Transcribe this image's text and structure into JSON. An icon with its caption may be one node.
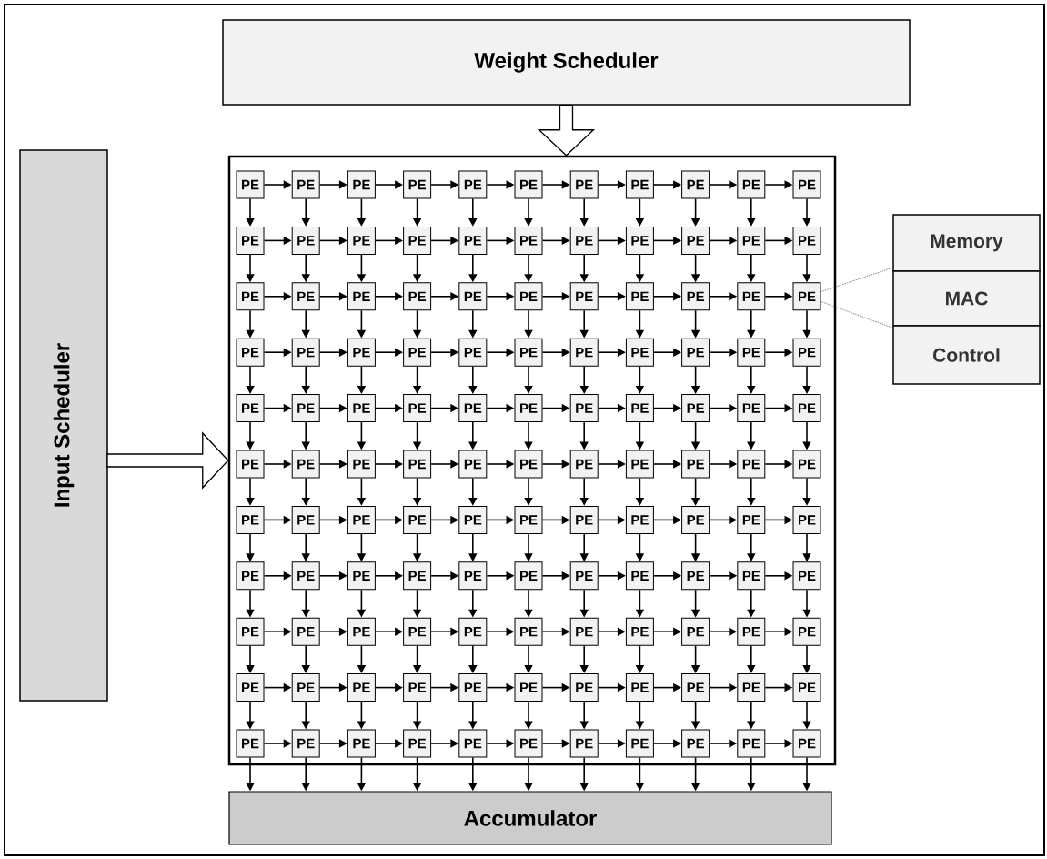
{
  "diagram": {
    "nodes": [
      {
        "text": [
          "Weight Scheduler"
        ]
      },
      {
        "text": [
          "Input Scheduler"
        ]
      },
      {
        "text": [],
        "shape": "box"
      },
      {
        "text": [
          "PE"
        ],
        "in": 2
      },
      {
        "text": [
          "PE"
        ],
        "in": 2
      },
      {
        "text": [
          "PE"
        ],
        "in": 2
      },
      {
        "text": [
          "PE"
        ],
        "in": 2
      },
      {
        "text": [
          "PE"
        ],
        "in": 2
      },
      {
        "text": [
          "PE"
        ],
        "in": 2
      },
      {
        "text": [
          "PE"
        ],
        "in": 2
      },
      {
        "text": [
          "PE"
        ],
        "in": 2
      },
      {
        "text": [
          "PE"
        ],
        "in": 2
      },
      {
        "text": [
          "PE"
        ],
        "in": 2
      },
      {
        "text": [
          "PE"
        ],
        "in": 2
      },
      {
        "text": [
          "PE"
        ],
        "in": 2
      },
      {
        "text": [
          "PE"
        ],
        "in": 2
      },
      {
        "text": [
          "PE"
        ],
        "in": 2
      },
      {
        "text": [
          "PE"
        ],
        "in": 2
      },
      {
        "text": [
          "PE"
        ],
        "in": 2
      },
      {
        "text": [
          "PE"
        ],
        "in": 2
      },
      {
        "text": [
          "PE"
        ],
        "in": 2
      },
      {
        "text": [
          "PE"
        ],
        "in": 2
      },
      {
        "text": [
          "PE"
        ],
        "in": 2
      },
      {
        "text": [
          "PE"
        ],
        "in": 2
      },
      {
        "text": [
          "PE"
        ],
        "in": 2
      },
      {
        "text": [
          "PE"
        ],
        "in": 2
      },
      {
        "text": [
          "PE"
        ],
        "in": 2
      },
      {
        "text": [
          "PE"
        ],
        "in": 2
      },
      {
        "text": [
          "PE"
        ],
        "in": 2
      },
      {
        "text": [
          "PE"
        ],
        "in": 2
      },
      {
        "text": [
          "PE"
        ],
        "in": 2
      },
      {
        "text": [
          "PE"
        ],
        "in": 2
      },
      {
        "text": [
          "PE"
        ],
        "in": 2
      },
      {
        "text": [
          "PE"
        ],
        "in": 2
      },
      {
        "text": [
          "PE"
        ],
        "in": 2
      },
      {
        "text": [
          "PE"
        ],
        "in": 2
      },
      {
        "text": [
          "PE"
        ],
        "in": 2
      },
      {
        "text": [
          "PE"
        ],
        "in": 2
      },
      {
        "text": [
          "PE"
        ],
        "in": 2
      },
      {
        "text": [
          "PE"
        ],
        "in": 2
      },
      {
        "text": [
          "PE"
        ],
        "in": 2
      },
      {
        "text": [
          "PE"
        ],
        "in": 2
      },
      {
        "text": [
          "PE"
        ],
        "in": 2
      },
      {
        "text": [
          "PE"
        ],
        "in": 2
      },
      {
        "text": [
          "PE"
        ],
        "in": 2
      },
      {
        "text": [
          "PE"
        ],
        "in": 2
      },
      {
        "text": [
          "PE"
        ],
        "in": 2
      },
      {
        "text": [
          "PE"
        ],
        "in": 2
      },
      {
        "text": [
          "PE"
        ],
        "in": 2
      },
      {
        "text": [
          "PE"
        ],
        "in": 2
      },
      {
        "text": [
          "PE"
        ],
        "in": 2
      },
      {
        "text": [
          "PE"
        ],
        "in": 2
      },
      {
        "text": [
          "PE"
        ],
        "in": 2
      },
      {
        "text": [
          "PE"
        ],
        "in": 2
      },
      {
        "text": [
          "PE"
        ],
        "in": 2
      },
      {
        "text": [
          "PE"
        ],
        "in": 2
      },
      {
        "text": [
          "PE"
        ],
        "in": 2
      },
      {
        "text": [
          "PE"
        ],
        "in": 2
      },
      {
        "text": [
          "PE"
        ],
        "in": 2
      },
      {
        "text": [
          "PE"
        ],
        "in": 2
      },
      {
        "text": [
          "PE"
        ],
        "in": 2
      },
      {
        "text": [
          "PE"
        ],
        "in": 2
      },
      {
        "text": [
          "PE"
        ],
        "in": 2
      },
      {
        "text": [
          "PE"
        ],
        "in": 2
      },
      {
        "text": [
          "PE"
        ],
        "in": 2
      },
      {
        "text": [
          "PE"
        ],
        "in": 2
      },
      {
        "text": [
          "PE"
        ],
        "in": 2
      },
      {
        "text": [
          "PE"
        ],
        "in": 2
      },
      {
        "text": [
          "PE"
        ],
        "in": 2
      },
      {
        "text": [
          "PE"
        ],
        "in": 2
      },
      {
        "text": [
          "PE"
        ],
        "in": 2
      },
      {
        "text": [
          "PE"
        ],
        "in": 2
      },
      {
        "text": [
          "PE"
        ],
        "in": 2
      },
      {
        "text": [
          "PE"
        ],
        "in": 2
      },
      {
        "text": [
          "PE"
        ],
        "in": 2
      },
      {
        "text": [
          "PE"
        ],
        "in": 2
      },
      {
        "text": [
          "PE"
        ],
        "in": 2
      },
      {
        "text": [
          "PE"
        ],
        "in": 2
      },
      {
        "text": [
          "PE"
        ],
        "in": 2
      },
      {
        "text": [
          "PE"
        ],
        "in": 2
      },
      {
        "text": [
          "PE"
        ],
        "in": 2
      },
      {
        "text": [
          "PE"
        ],
        "in": 2
      },
      {
        "text": [
          "PE"
        ],
        "in": 2
      },
      {
        "text": [
          "PE"
        ],
        "in": 2
      },
      {
        "text": [
          "PE"
        ],
        "in": 2
      },
      {
        "text": [
          "PE"
        ],
        "in": 2
      },
      {
        "text": [
          "PE"
        ],
        "in": 2
      },
      {
        "text": [
          "PE"
        ],
        "in": 2
      },
      {
        "text": [
          "PE"
        ],
        "in": 2
      },
      {
        "text": [
          "PE"
        ],
        "in": 2
      },
      {
        "text": [
          "PE"
        ],
        "in": 2
      },
      {
        "text": [
          "PE"
        ],
        "in": 2
      },
      {
        "text": [
          "PE"
        ],
        "in": 2
      },
      {
        "text": [
          "PE"
        ],
        "in": 2
      },
      {
        "text": [
          "PE"
        ],
        "in": 2
      },
      {
        "text": [
          "PE"
        ],
        "in": 2
      },
      {
        "text": [
          "PE"
        ],
        "in": 2
      },
      {
        "text": [
          "PE"
        ],
        "in": 2
      },
      {
        "text": [
          "PE"
        ],
        "in": 2
      },
      {
        "text": [
          "PE"
        ],
        "in": 2
      },
      {
        "text": [
          "PE"
        ],
        "in": 2
      },
      {
        "text": [
          "PE"
        ],
        "in": 2
      },
      {
        "text": [
          "PE"
        ],
        "in": 2
      },
      {
        "text": [
          "PE"
        ],
        "in": 2
      },
      {
        "text": [
          "PE"
        ],
        "in": 2
      },
      {
        "text": [
          "PE"
        ],
        "in": 2
      },
      {
        "text": [
          "PE"
        ],
        "in": 2
      },
      {
        "text": [
          "PE"
        ],
        "in": 2
      },
      {
        "text": [
          "PE"
        ],
        "in": 2
      },
      {
        "text": [
          "PE"
        ],
        "in": 2
      },
      {
        "text": [
          "PE"
        ],
        "in": 2
      },
      {
        "text": [
          "PE"
        ],
        "in": 2
      },
      {
        "text": [
          "PE"
        ],
        "in": 2
      },
      {
        "text": [
          "PE"
        ],
        "in": 2
      },
      {
        "text": [
          "PE"
        ],
        "in": 2
      },
      {
        "text": [
          "PE"
        ],
        "in": 2
      },
      {
        "text": [
          "PE"
        ],
        "in": 2
      },
      {
        "text": [
          "PE"
        ],
        "in": 2
      },
      {
        "text": [
          "PE"
        ],
        "in": 2
      },
      {
        "text": [
          "PE"
        ],
        "in": 2
      },
      {
        "text": [
          "PE"
        ],
        "in": 2
      },
      {
        "text": [
          "PE"
        ],
        "in": 2
      },
      {
        "text": [
          "PE"
        ],
        "in": 2
      },
      {
        "text": [
          "PE"
        ],
        "in": 2
      },
      {
        "text": [
          "Memory"
        ]
      },
      {
        "text": [
          "MAC"
        ]
      },
      {
        "text": [
          "Control"
        ]
      },
      {
        "text": [
          "Accumulator"
        ]
      }
    ],
    "edges": [
      {
        "from": 0,
        "to": 2,
        "arrow": "to",
        "style": "thick"
      },
      {
        "from": 1,
        "to": 2,
        "arrow": "to",
        "style": "thick"
      },
      {
        "from": 3,
        "to": 4,
        "arrow": "to"
      },
      {
        "from": 4,
        "to": 5,
        "arrow": "to"
      },
      {
        "from": 5,
        "to": 6,
        "arrow": "to"
      },
      {
        "from": 6,
        "to": 7,
        "arrow": "to"
      },
      {
        "from": 7,
        "to": 8,
        "arrow": "to"
      },
      {
        "from": 8,
        "to": 9,
        "arrow": "to"
      },
      {
        "from": 9,
        "to": 10,
        "arrow": "to"
      },
      {
        "from": 10,
        "to": 11,
        "arrow": "to"
      },
      {
        "from": 11,
        "to": 12,
        "arrow": "to"
      },
      {
        "from": 12,
        "to": 13,
        "arrow": "to"
      },
      {
        "from": 14,
        "to": 15,
        "arrow": "to"
      },
      {
        "from": 15,
        "to": 16,
        "arrow": "to"
      },
      {
        "from": 16,
        "to": 17,
        "arrow": "to"
      },
      {
        "from": 17,
        "to": 18,
        "arrow": "to"
      },
      {
        "from": 18,
        "to": 19,
        "arrow": "to"
      },
      {
        "from": 19,
        "to": 20,
        "arrow": "to"
      },
      {
        "from": 20,
        "to": 21,
        "arrow": "to"
      },
      {
        "from": 21,
        "to": 22,
        "arrow": "to"
      },
      {
        "from": 22,
        "to": 23,
        "arrow": "to"
      },
      {
        "from": 23,
        "to": 24,
        "arrow": "to"
      },
      {
        "from": 25,
        "to": 26,
        "arrow": "to"
      },
      {
        "from": 26,
        "to": 27,
        "arrow": "to"
      },
      {
        "from": 27,
        "to": 28,
        "arrow": "to"
      },
      {
        "from": 28,
        "to": 29,
        "arrow": "to"
      },
      {
        "from": 29,
        "to": 30,
        "arrow": "to"
      },
      {
        "from": 30,
        "to": 31,
        "arrow": "to"
      },
      {
        "from": 31,
        "to": 32,
        "arrow": "to"
      },
      {
        "from": 32,
        "to": 33,
        "arrow": "to"
      },
      {
        "from": 33,
        "to": 34,
        "arrow": "to"
      },
      {
        "from": 34,
        "to": 35,
        "arrow": "to"
      },
      {
        "from": 36,
        "to": 37,
        "arrow": "to"
      },
      {
        "from": 37,
        "to": 38,
        "arrow": "to"
      },
      {
        "from": 38,
        "to": 39,
        "arrow": "to"
      },
      {
        "from": 39,
        "to": 40,
        "arrow": "to"
      },
      {
        "from": 40,
        "to": 41,
        "arrow": "to"
      },
      {
        "from": 41,
        "to": 42,
        "arrow": "to"
      },
      {
        "from": 42,
        "to": 43,
        "arrow": "to"
      },
      {
        "from": 43,
        "to": 44,
        "arrow": "to"
      },
      {
        "from": 44,
        "to": 45,
        "arrow": "to"
      },
      {
        "from": 45,
        "to": 46,
        "arrow": "to"
      },
      {
        "from": 47,
        "to": 48,
        "arrow": "to"
      },
      {
        "from": 48,
        "to": 49,
        "arrow": "to"
      },
      {
        "from": 49,
        "to": 50,
        "arrow": "to"
      },
      {
        "from": 50,
        "to": 51,
        "arrow": "to"
      },
      {
        "from": 51,
        "to": 52,
        "arrow": "to"
      },
      {
        "from": 52,
        "to": 53,
        "arrow": "to"
      },
      {
        "from": 53,
        "to": 54,
        "arrow": "to"
      },
      {
        "from": 54,
        "to": 55,
        "arrow": "to"
      },
      {
        "from": 55,
        "to": 56,
        "arrow": "to"
      },
      {
        "from": 56,
        "to": 57,
        "arrow": "to"
      },
      {
        "from": 58,
        "to": 59,
        "arrow": "to"
      },
      {
        "from": 59,
        "to": 60,
        "arrow": "to"
      },
      {
        "from": 60,
        "to": 61,
        "arrow": "to"
      },
      {
        "from": 61,
        "to": 62,
        "arrow": "to"
      },
      {
        "from": 62,
        "to": 63,
        "arrow": "to"
      },
      {
        "from": 63,
        "to": 64,
        "arrow": "to"
      },
      {
        "from": 64,
        "to": 65,
        "arrow": "to"
      },
      {
        "from": 65,
        "to": 66,
        "arrow": "to"
      },
      {
        "from": 66,
        "to": 67,
        "arrow": "to"
      },
      {
        "from": 67,
        "to": 68,
        "arrow": "to"
      },
      {
        "from": 69,
        "to": 70,
        "arrow": "to"
      },
      {
        "from": 70,
        "to": 71,
        "arrow": "to"
      },
      {
        "from": 71,
        "to": 72,
        "arrow": "to"
      },
      {
        "from": 72,
        "to": 73,
        "arrow": "to"
      },
      {
        "from": 73,
        "to": 74,
        "arrow": "to"
      },
      {
        "from": 74,
        "to": 75,
        "arrow": "to"
      },
      {
        "from": 75,
        "to": 76,
        "arrow": "to"
      },
      {
        "from": 76,
        "to": 77,
        "arrow": "to"
      },
      {
        "from": 77,
        "to": 78,
        "arrow": "to"
      },
      {
        "from": 78,
        "to": 79,
        "arrow": "to"
      },
      {
        "from": 80,
        "to": 81,
        "arrow": "to"
      },
      {
        "from": 81,
        "to": 82,
        "arrow": "to"
      },
      {
        "from": 82,
        "to": 83,
        "arrow": "to"
      },
      {
        "from": 83,
        "to": 84,
        "arrow": "to"
      },
      {
        "from": 84,
        "to": 85,
        "arrow": "to"
      },
      {
        "from": 85,
        "to": 86,
        "arrow": "to"
      },
      {
        "from": 86,
        "to": 87,
        "arrow": "to"
      },
      {
        "from": 87,
        "to": 88,
        "arrow": "to"
      },
      {
        "from": 88,
        "to": 89,
        "arrow": "to"
      },
      {
        "from": 89,
        "to": 90,
        "arrow": "to"
      },
      {
        "from": 91,
        "to": 92,
        "arrow": "to"
      },
      {
        "from": 92,
        "to": 93,
        "arrow": "to"
      },
      {
        "from": 93,
        "to": 94,
        "arrow": "to"
      },
      {
        "from": 94,
        "to": 95,
        "arrow": "to"
      },
      {
        "from": 95,
        "to": 96,
        "arrow": "to"
      },
      {
        "from": 96,
        "to": 97,
        "arrow": "to"
      },
      {
        "from": 97,
        "to": 98,
        "arrow": "to"
      },
      {
        "from": 98,
        "to": 99,
        "arrow": "to"
      },
      {
        "from": 99,
        "to": 100,
        "arrow": "to"
      },
      {
        "from": 100,
        "to": 101,
        "arrow": "to"
      },
      {
        "from": 102,
        "to": 103,
        "arrow": "to"
      },
      {
        "from": 103,
        "to": 104,
        "arrow": "to"
      },
      {
        "from": 104,
        "to": 105,
        "arrow": "to"
      },
      {
        "from": 105,
        "to": 106,
        "arrow": "to"
      },
      {
        "from": 106,
        "to": 107,
        "arrow": "to"
      },
      {
        "from": 107,
        "to": 108,
        "arrow": "to"
      },
      {
        "from": 108,
        "to": 109,
        "arrow": "to"
      },
      {
        "from": 109,
        "to": 110,
        "arrow": "to"
      },
      {
        "from": 110,
        "to": 111,
        "arrow": "to"
      },
      {
        "from": 111,
        "to": 112,
        "arrow": "to"
      },
      {
        "from": 113,
        "to": 114,
        "arrow": "to"
      },
      {
        "from": 114,
        "to": 115,
        "arrow": "to"
      },
      {
        "from": 115,
        "to": 116,
        "arrow": "to"
      },
      {
        "from": 116,
        "to": 117,
        "arrow": "to"
      },
      {
        "from": 117,
        "to": 118,
        "arrow": "to"
      },
      {
        "from": 118,
        "to": 119,
        "arrow": "to"
      },
      {
        "from": 119,
        "to": 120,
        "arrow": "to"
      },
      {
        "from": 120,
        "to": 121,
        "arrow": "to"
      },
      {
        "from": 121,
        "to": 122,
        "arrow": "to"
      },
      {
        "from": 122,
        "to": 123,
        "arrow": "to"
      },
      {
        "from": 3,
        "to": 14,
        "arrow": "to"
      },
      {
        "from": 4,
        "to": 15,
        "arrow": "to"
      },
      {
        "from": 5,
        "to": 16,
        "arrow": "to"
      },
      {
        "from": 6,
        "to": 17,
        "arrow": "to"
      },
      {
        "from": 7,
        "to": 18,
        "arrow": "to"
      },
      {
        "from": 8,
        "to": 19,
        "arrow": "to"
      },
      {
        "from": 9,
        "to": 20,
        "arrow": "to"
      },
      {
        "from": 10,
        "to": 21,
        "arrow": "to"
      },
      {
        "from": 11,
        "to": 22,
        "arrow": "to"
      },
      {
        "from": 12,
        "to": 23,
        "arrow": "to"
      },
      {
        "from": 13,
        "to": 24,
        "arrow": "to"
      },
      {
        "from": 14,
        "to": 25,
        "arrow": "to"
      },
      {
        "from": 15,
        "to": 26,
        "arrow": "to"
      },
      {
        "from": 16,
        "to": 27,
        "arrow": "to"
      },
      {
        "from": 17,
        "to": 28,
        "arrow": "to"
      },
      {
        "from": 18,
        "to": 29,
        "arrow": "to"
      },
      {
        "from": 19,
        "to": 30,
        "arrow": "to"
      },
      {
        "from": 20,
        "to": 31,
        "arrow": "to"
      },
      {
        "from": 21,
        "to": 32,
        "arrow": "to"
      },
      {
        "from": 22,
        "to": 33,
        "arrow": "to"
      },
      {
        "from": 23,
        "to": 34,
        "arrow": "to"
      },
      {
        "from": 24,
        "to": 35,
        "arrow": "to"
      },
      {
        "from": 25,
        "to": 36,
        "arrow": "to"
      },
      {
        "from": 26,
        "to": 37,
        "arrow": "to"
      },
      {
        "from": 27,
        "to": 38,
        "arrow": "to"
      },
      {
        "from": 28,
        "to": 39,
        "arrow": "to"
      },
      {
        "from": 29,
        "to": 40,
        "arrow": "to"
      },
      {
        "from": 30,
        "to": 41,
        "arrow": "to"
      },
      {
        "from": 31,
        "to": 42,
        "arrow": "to"
      },
      {
        "from": 32,
        "to": 43,
        "arrow": "to"
      },
      {
        "from": 33,
        "to": 44,
        "arrow": "to"
      },
      {
        "from": 34,
        "to": 45,
        "arrow": "to"
      },
      {
        "from": 35,
        "to": 46,
        "arrow": "to"
      },
      {
        "from": 36,
        "to": 47,
        "arrow": "to"
      },
      {
        "from": 37,
        "to": 48,
        "arrow": "to"
      },
      {
        "from": 38,
        "to": 49,
        "arrow": "to"
      },
      {
        "from": 39,
        "to": 50,
        "arrow": "to"
      },
      {
        "from": 40,
        "to": 51,
        "arrow": "to"
      },
      {
        "from": 41,
        "to": 52,
        "arrow": "to"
      },
      {
        "from": 42,
        "to": 53,
        "arrow": "to"
      },
      {
        "from": 43,
        "to": 54,
        "arrow": "to"
      },
      {
        "from": 44,
        "to": 55,
        "arrow": "to"
      },
      {
        "from": 45,
        "to": 56,
        "arrow": "to"
      },
      {
        "from": 46,
        "to": 57,
        "arrow": "to"
      },
      {
        "from": 47,
        "to": 58,
        "arrow": "to"
      },
      {
        "from": 48,
        "to": 59,
        "arrow": "to"
      },
      {
        "from": 49,
        "to": 60,
        "arrow": "to"
      },
      {
        "from": 50,
        "to": 61,
        "arrow": "to"
      },
      {
        "from": 51,
        "to": 62,
        "arrow": "to"
      },
      {
        "from": 52,
        "to": 63,
        "arrow": "to"
      },
      {
        "from": 53,
        "to": 64,
        "arrow": "to"
      },
      {
        "from": 54,
        "to": 65,
        "arrow": "to"
      },
      {
        "from": 55,
        "to": 66,
        "arrow": "to"
      },
      {
        "from": 56,
        "to": 67,
        "arrow": "to"
      },
      {
        "from": 57,
        "to": 68,
        "arrow": "to"
      },
      {
        "from": 58,
        "to": 69,
        "arrow": "to"
      },
      {
        "from": 59,
        "to": 70,
        "arrow": "to"
      },
      {
        "from": 60,
        "to": 71,
        "arrow": "to"
      },
      {
        "from": 61,
        "to": 72,
        "arrow": "to"
      },
      {
        "from": 62,
        "to": 73,
        "arrow": "to"
      },
      {
        "from": 63,
        "to": 74,
        "arrow": "to"
      },
      {
        "from": 64,
        "to": 75,
        "arrow": "to"
      },
      {
        "from": 65,
        "to": 76,
        "arrow": "to"
      },
      {
        "from": 66,
        "to": 77,
        "arrow": "to"
      },
      {
        "from": 67,
        "to": 78,
        "arrow": "to"
      },
      {
        "from": 68,
        "to": 79,
        "arrow": "to"
      },
      {
        "from": 69,
        "to": 80,
        "arrow": "to"
      },
      {
        "from": 70,
        "to": 81,
        "arrow": "to"
      },
      {
        "from": 71,
        "to": 82,
        "arrow": "to"
      },
      {
        "from": 72,
        "to": 83,
        "arrow": "to"
      },
      {
        "from": 73,
        "to": 84,
        "arrow": "to"
      },
      {
        "from": 74,
        "to": 85,
        "arrow": "to"
      },
      {
        "from": 75,
        "to": 86,
        "arrow": "to"
      },
      {
        "from": 76,
        "to": 87,
        "arrow": "to"
      },
      {
        "from": 77,
        "to": 88,
        "arrow": "to"
      },
      {
        "from": 78,
        "to": 89,
        "arrow": "to"
      },
      {
        "from": 79,
        "to": 90,
        "arrow": "to"
      },
      {
        "from": 80,
        "to": 91,
        "arrow": "to"
      },
      {
        "from": 81,
        "to": 92,
        "arrow": "to"
      },
      {
        "from": 82,
        "to": 93,
        "arrow": "to"
      },
      {
        "from": 83,
        "to": 94,
        "arrow": "to"
      },
      {
        "from": 84,
        "to": 95,
        "arrow": "to"
      },
      {
        "from": 85,
        "to": 96,
        "arrow": "to"
      },
      {
        "from": 86,
        "to": 97,
        "arrow": "to"
      },
      {
        "from": 87,
        "to": 98,
        "arrow": "to"
      },
      {
        "from": 88,
        "to": 99,
        "arrow": "to"
      },
      {
        "from": 89,
        "to": 100,
        "arrow": "to"
      },
      {
        "from": 90,
        "to": 101,
        "arrow": "to"
      },
      {
        "from": 91,
        "to": 102,
        "arrow": "to"
      },
      {
        "from": 92,
        "to": 103,
        "arrow": "to"
      },
      {
        "from": 93,
        "to": 104,
        "arrow": "to"
      },
      {
        "from": 94,
        "to": 105,
        "arrow": "to"
      },
      {
        "from": 95,
        "to": 106,
        "arrow": "to"
      },
      {
        "from": 96,
        "to": 107,
        "arrow": "to"
      },
      {
        "from": 97,
        "to": 108,
        "arrow": "to"
      },
      {
        "from": 98,
        "to": 109,
        "arrow": "to"
      },
      {
        "from": 99,
        "to": 110,
        "arrow": "to"
      },
      {
        "from": 100,
        "to": 111,
        "arrow": "to"
      },
      {
        "from": 101,
        "to": 112,
        "arrow": "to"
      },
      {
        "from": 102,
        "to": 113,
        "arrow": "to"
      },
      {
        "from": 103,
        "to": 114,
        "arrow": "to"
      },
      {
        "from": 104,
        "to": 115,
        "arrow": "to"
      },
      {
        "from": 105,
        "to": 116,
        "arrow": "to"
      },
      {
        "from": 106,
        "to": 117,
        "arrow": "to"
      },
      {
        "from": 107,
        "to": 118,
        "arrow": "to"
      },
      {
        "from": 108,
        "to": 119,
        "arrow": "to"
      },
      {
        "from": 109,
        "to": 120,
        "arrow": "to"
      },
      {
        "from": 110,
        "to": 121,
        "arrow": "to"
      },
      {
        "from": 111,
        "to": 122,
        "arrow": "to"
      },
      {
        "from": 112,
        "to": 123,
        "arrow": "to"
      },
      {
        "from": 113,
        "to": 127,
        "arrow": "to"
      },
      {
        "from": 114,
        "to": 127,
        "arrow": "to"
      },
      {
        "from": 115,
        "to": 127,
        "arrow": "to"
      },
      {
        "from": 116,
        "to": 127,
        "arrow": "to"
      },
      {
        "from": 117,
        "to": 127,
        "arrow": "to"
      },
      {
        "from": 118,
        "to": 127,
        "arrow": "to"
      },
      {
        "from": 119,
        "to": 127,
        "arrow": "to"
      },
      {
        "from": 120,
        "to": 127,
        "arrow": "to"
      },
      {
        "from": 121,
        "to": 127,
        "arrow": "to"
      },
      {
        "from": 122,
        "to": 127,
        "arrow": "to"
      },
      {
        "from": 123,
        "to": 127,
        "arrow": "to"
      },
      {
        "from": 124,
        "to": 35,
        "arrow": "none",
        "style": "dashed"
      },
      {
        "from": 126,
        "to": 35,
        "arrow": "none",
        "style": "dashed"
      }
    ]
  }
}
